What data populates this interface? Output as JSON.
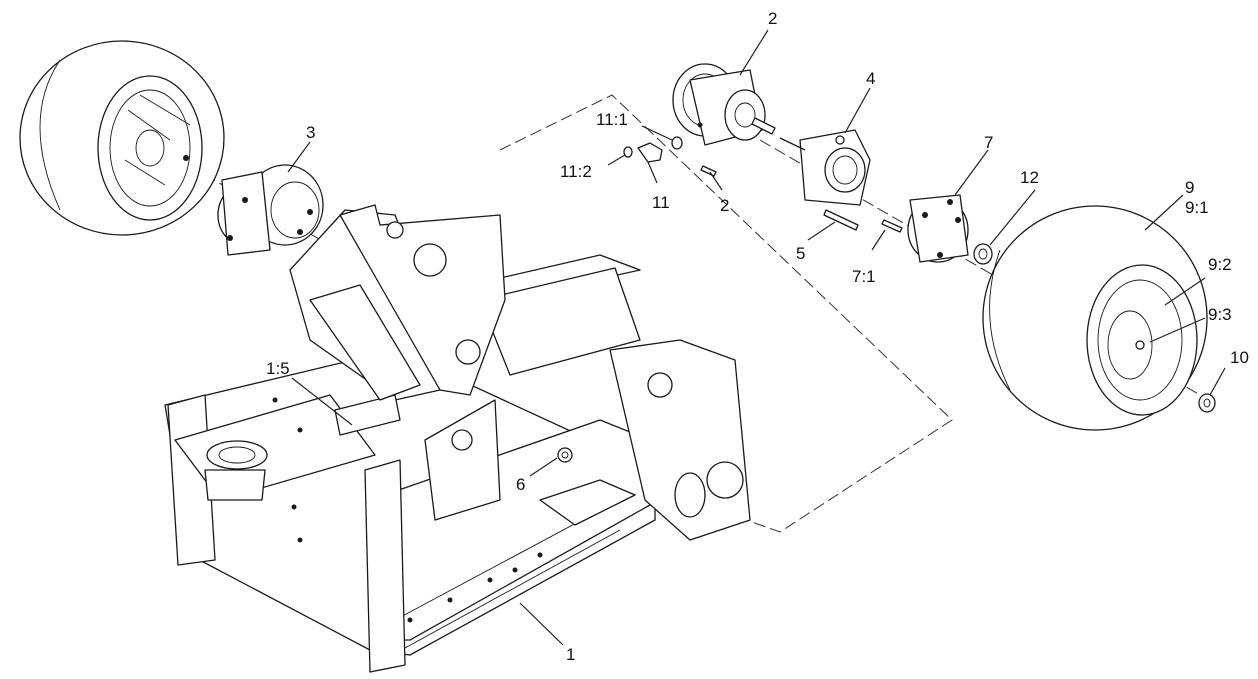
{
  "callouts": {
    "c1": "1",
    "c1_5": "1:5",
    "c2_top": "2",
    "c2_key": "2",
    "c3": "3",
    "c4": "4",
    "c5": "5",
    "c6": "6",
    "c7": "7",
    "c7_1": "7:1",
    "c9": "9",
    "c9_1": "9:1",
    "c9_2": "9:2",
    "c9_3": "9:3",
    "c10": "10",
    "c11": "11",
    "c11_1": "11:1",
    "c11_2": "11:2",
    "c12": "12"
  }
}
